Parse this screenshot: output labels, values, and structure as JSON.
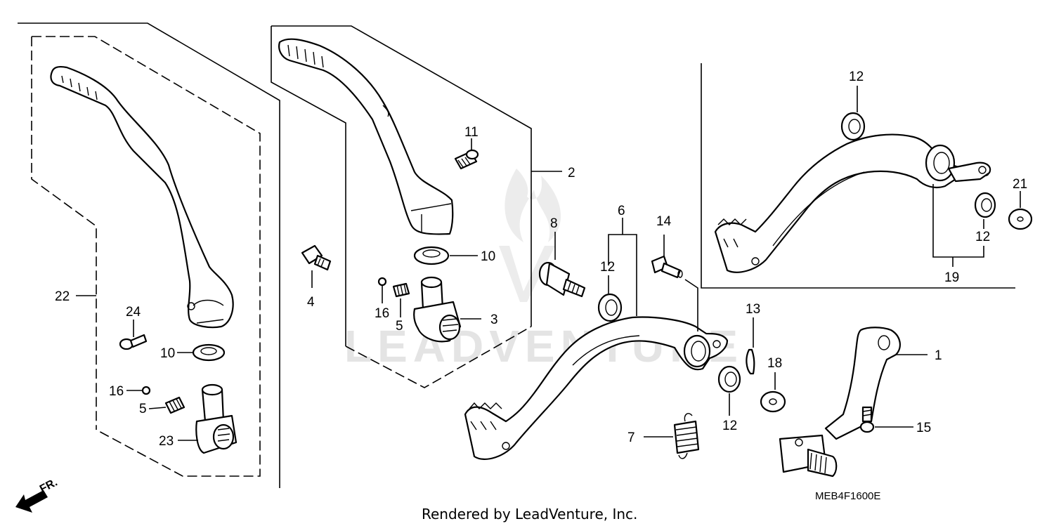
{
  "watermark": "LEADVENTURE",
  "diagram_code": "MEB4F1600E",
  "credit": "Rendered by LeadVenture, Inc.",
  "direction_label": "FR.",
  "callouts": {
    "c1": "1",
    "c2": "2",
    "c3": "3",
    "c4": "4",
    "c5a": "5",
    "c5b": "5",
    "c6": "6",
    "c7": "7",
    "c8": "8",
    "c10a": "10",
    "c10b": "10",
    "c11": "11",
    "c12a": "12",
    "c12b": "12",
    "c12c": "12",
    "c12d": "12",
    "c13": "13",
    "c14": "14",
    "c15": "15",
    "c16a": "16",
    "c16b": "16",
    "c18": "18",
    "c19": "19",
    "c21": "21",
    "c22": "22",
    "c23": "23",
    "c24": "24"
  }
}
